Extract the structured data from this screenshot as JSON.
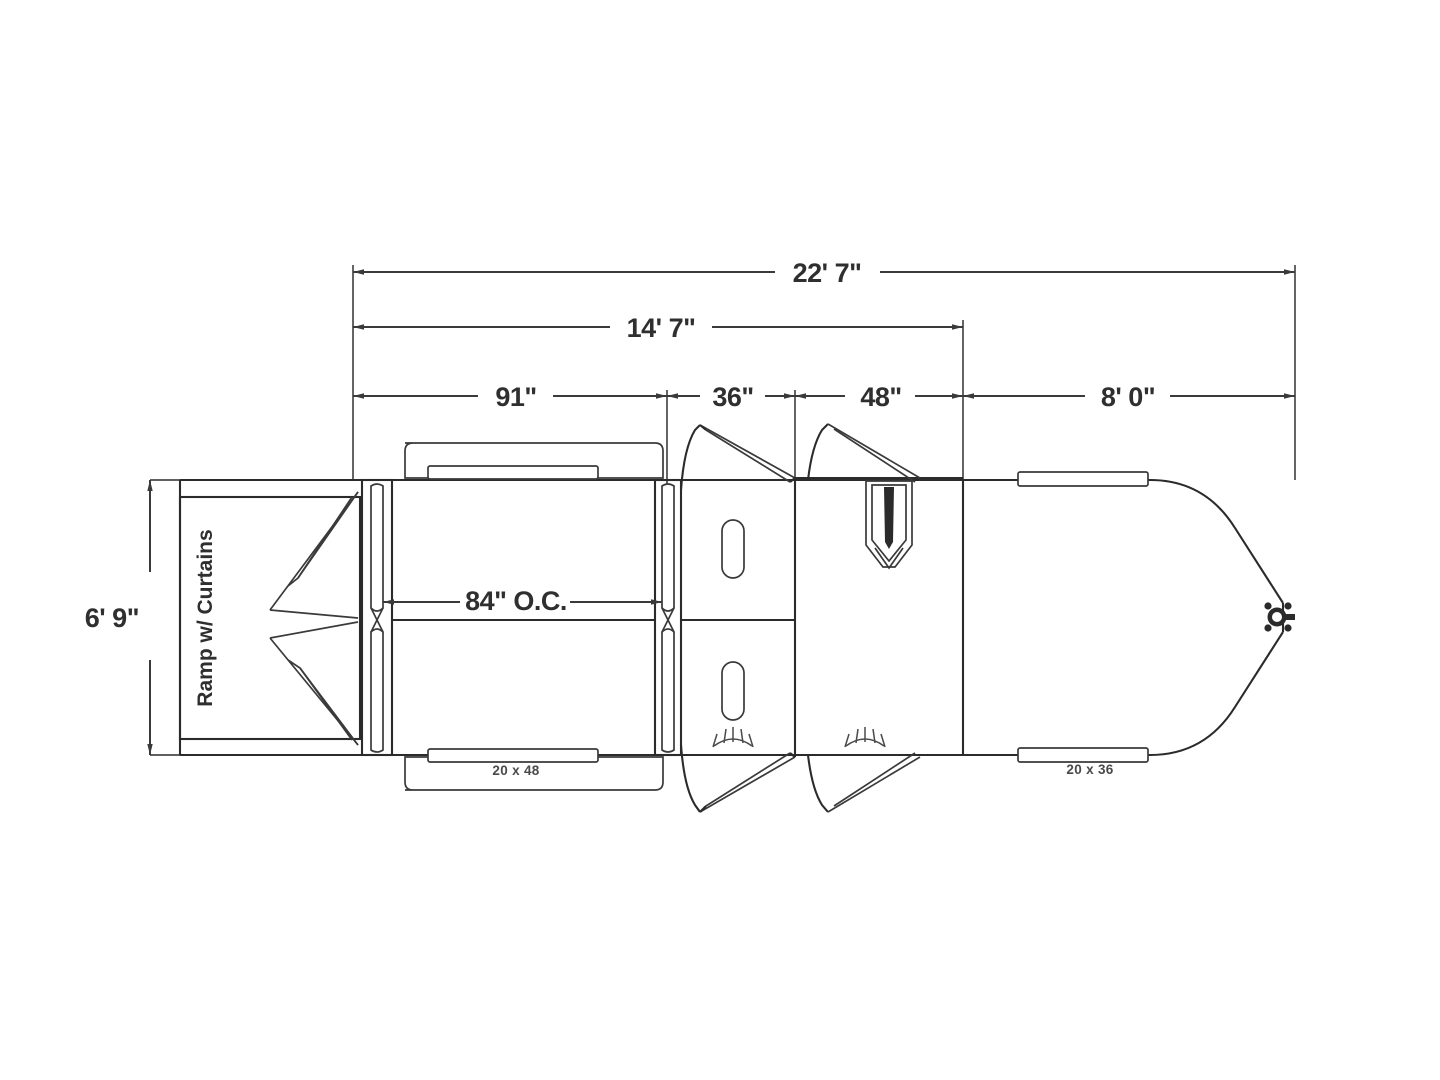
{
  "drawing": {
    "title": "Horse Trailer Floor Plan",
    "type": "technical-floor-plan",
    "line_color": "#2b2b2b",
    "background_color": "#ffffff"
  },
  "dimensions": {
    "overall_length": "22' 7\"",
    "box_length": "14' 7\"",
    "stall_area": "91\"",
    "segment_mid": "36\"",
    "segment_tack": "48\"",
    "gooseneck": "8' 0\"",
    "width": "6' 9\"",
    "stall_spacing": "84\" O.C."
  },
  "labels": {
    "ramp": "Ramp w/ Curtains",
    "window_rear": "20 x 48",
    "window_front": "20 x 36"
  },
  "features": {
    "ramp_door": "ramp-with-curtains",
    "stall_dividers": "84-inch-on-center",
    "escape_doors": "two",
    "roof_vents": "two",
    "hitch": "gooseneck-coupler"
  }
}
